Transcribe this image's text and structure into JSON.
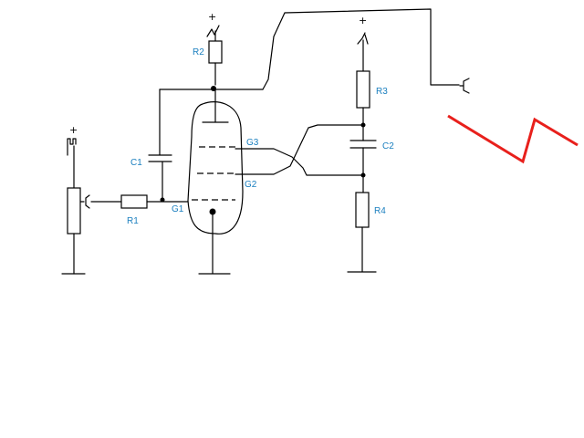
{
  "colors": {
    "label": "#1a7fbf",
    "wave": "#e8201c",
    "line": "#000000"
  },
  "labels": {
    "r1": "R1",
    "r2": "R2",
    "r3": "R3",
    "r4": "R4",
    "c1": "C1",
    "c2": "C2",
    "g1": "G1",
    "g2": "G2",
    "g3": "G3"
  },
  "symbols": {
    "plus": "+"
  },
  "icons": [
    "supply-pulse-icon",
    "sawtooth-waveform-icon",
    "output-connector-icon"
  ]
}
